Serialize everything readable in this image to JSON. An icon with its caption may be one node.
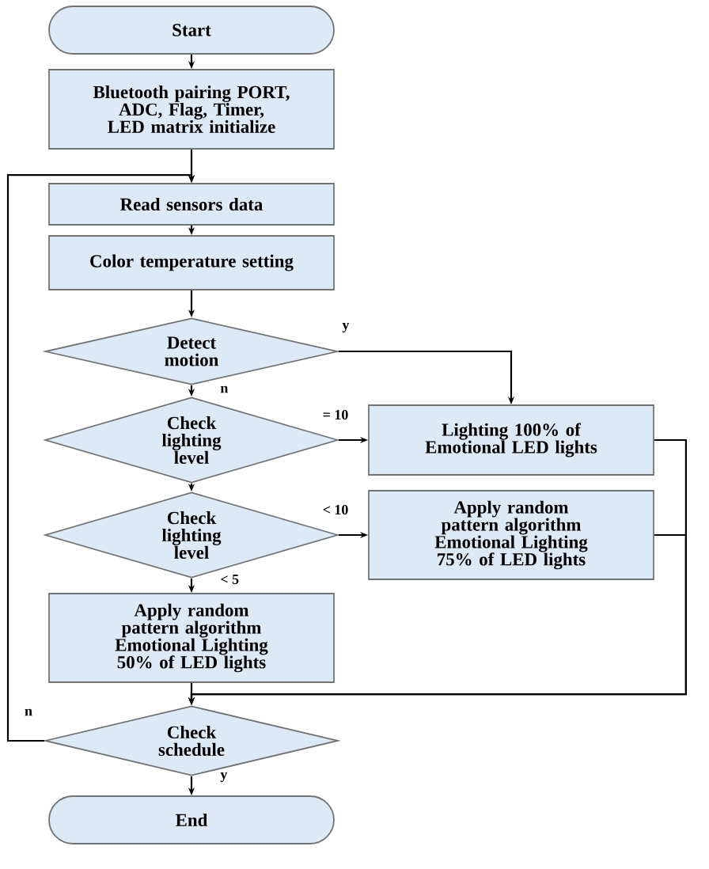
{
  "diagram": {
    "nodes": [
      {
        "text": [
          "Start"
        ]
      },
      {
        "text": [
          "Bluetooth pairing PORT, ADC, Flag, Timer, LED matrix initialize"
        ]
      },
      {
        "text": [
          "Read sensors data"
        ]
      },
      {
        "text": [
          "Color temperature setting"
        ]
      },
      {
        "text": [
          "Detect motion"
        ]
      },
      {
        "text": [
          "Check lighting level"
        ]
      },
      {
        "text": [
          "Lighting 100% of Emotional LED lights"
        ]
      },
      {
        "text": [
          "Check lighting level"
        ]
      },
      {
        "text": [
          "Apply random pattern algorithm Emotional Lighting 75% of LED lights"
        ]
      },
      {
        "text": [
          "Apply random pattern algorithm Emotional Lighting 50% of LED lights"
        ]
      },
      {
        "text": [
          "Check schedule"
        ]
      },
      {
        "text": [
          "End"
        ]
      }
    ],
    "edges": [
      {
        "from": 0,
        "to": 1,
        "arrow": "to"
      },
      {
        "from": 1,
        "to": 2,
        "arrow": "to"
      },
      {
        "from": 2,
        "to": 3,
        "arrow": "to"
      },
      {
        "from": 3,
        "to": 4,
        "arrow": "to"
      },
      {
        "from": 4,
        "to": 6,
        "arrow": "to",
        "label": "y"
      },
      {
        "from": 4,
        "to": 5,
        "arrow": "to",
        "label": "n"
      },
      {
        "from": 5,
        "to": 6,
        "arrow": "to",
        "label": "= 10"
      },
      {
        "from": 5,
        "to": 7,
        "arrow": "to"
      },
      {
        "from": 7,
        "to": 8,
        "arrow": "to",
        "label": "< 10"
      },
      {
        "from": 7,
        "to": 9,
        "arrow": "to",
        "label": "< 5"
      },
      {
        "from": 6,
        "to": 10,
        "arrow": "to"
      },
      {
        "from": 8,
        "to": 10,
        "arrow": "to"
      },
      {
        "from": 9,
        "to": 10,
        "arrow": "to"
      },
      {
        "from": 10,
        "to": 2,
        "arrow": "to",
        "label": "n"
      },
      {
        "from": 10,
        "to": 11,
        "arrow": "to",
        "label": "y"
      }
    ]
  }
}
